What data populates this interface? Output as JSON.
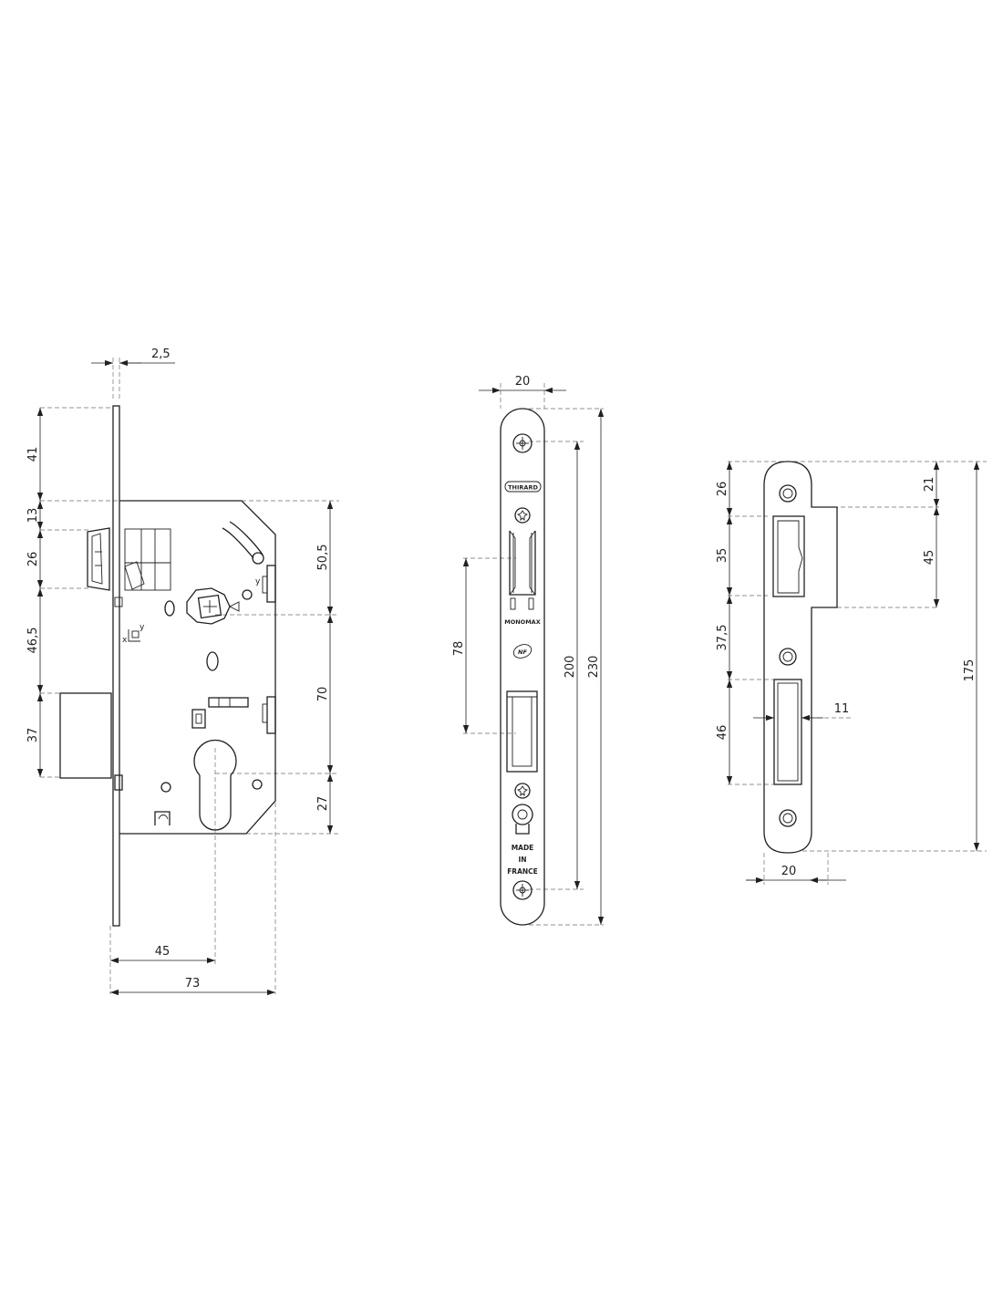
{
  "lock_body": {
    "dimensions": {
      "plate_thickness": "2,5",
      "top_to_upper": "41",
      "upper_gap": "13",
      "latch_height": "26",
      "latch_to_deadbolt": "46,5",
      "deadbolt_height": "37",
      "top_to_follower": "50,5",
      "follower_to_cylinder": "70",
      "cylinder_to_bottom": "27",
      "backset": "45",
      "case_depth": "73"
    },
    "marks": {
      "axis_x": "x",
      "axis_y": "y"
    }
  },
  "faceplate": {
    "dimensions": {
      "width": "20",
      "window_height": "78",
      "screw_spacing": "200",
      "total_height": "230"
    },
    "marks": {
      "brand": "THIRARD",
      "model": "MONOMAX",
      "certification": "NF",
      "origin_line1": "MADE",
      "origin_line2": "IN",
      "origin_line3": "FRANCE"
    }
  },
  "strike_plate": {
    "dimensions": {
      "top_to_latch": "26",
      "latch_opening": "35",
      "gap": "37,5",
      "bolt_opening": "46",
      "top_to_lip": "21",
      "lip_height": "45",
      "hole_spacing": "175",
      "opening_width": "11",
      "width": "20"
    }
  }
}
